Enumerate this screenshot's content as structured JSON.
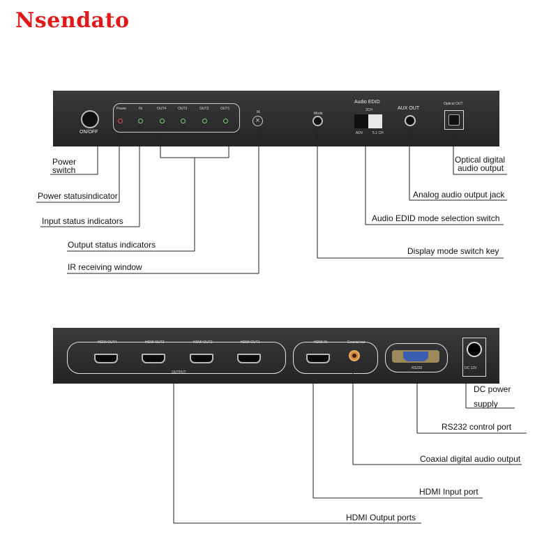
{
  "brand": {
    "name": "Nsendato",
    "color": "#e01919"
  },
  "front_panel": {
    "on_off": "ON/OFF",
    "led_labels": [
      "Power",
      "IN",
      "OUT4",
      "OUT3",
      "OUT2",
      "OUT1"
    ],
    "ir": "IR",
    "mode": "Mode",
    "audio_edid": "Audio  EDID",
    "switch_top": "2CH",
    "switch_left": "ADV",
    "switch_right": "5.1 CH",
    "aux_out": "AUX  OUT",
    "optical_out": "Optical OUT"
  },
  "rear_panel": {
    "hdmi_out_labels": [
      "HDMI OUT4",
      "HDMI OUT3",
      "HDMI OUT2",
      "HDMI OUT1"
    ],
    "output": "OUTPUT",
    "hdmi_in": "HDMI IN",
    "coaxial": "Coaxial out",
    "rs232": "RS232",
    "dc": "DC 12V"
  },
  "callouts": {
    "power_switch_1": "Power",
    "power_switch_2": "switch",
    "power_status": "Power statusindicator",
    "input_status": "Input status indicators",
    "output_status": "Output status indicators",
    "ir_window": "IR receiving window",
    "optical_1": "Optical digital",
    "optical_2": "audio output",
    "analog_jack": "Analog audio output jack",
    "audio_edid": "Audio EDID mode selection switch",
    "display_mode": "Display mode switch key",
    "dc_1": "DC power",
    "dc_2": "supply",
    "rs232": "RS232 control port",
    "coaxial": "Coaxial digital audio output",
    "hdmi_input": "HDMI Input port",
    "hdmi_output": "HDMI Output ports"
  }
}
